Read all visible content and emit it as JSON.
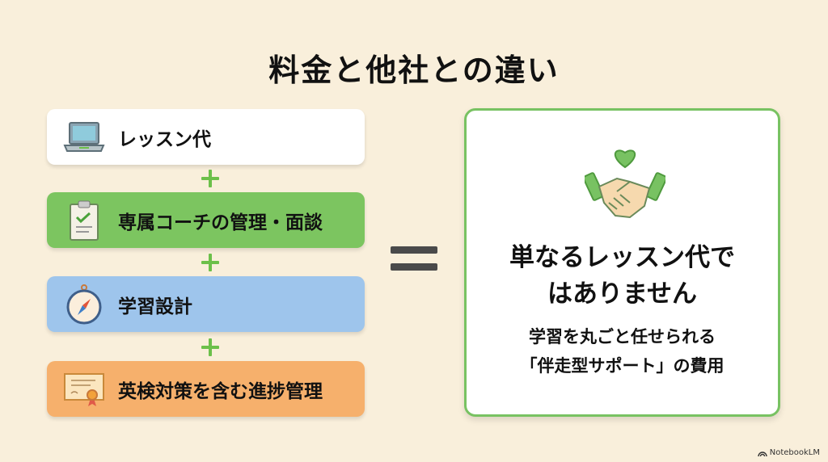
{
  "title": "料金と他社との違い",
  "items": [
    {
      "label": "レッスン代",
      "icon": "laptop-icon",
      "color": "#ffffff"
    },
    {
      "label": "専属コーチの管理・面談",
      "icon": "clipboard-check-icon",
      "color": "#7cc560"
    },
    {
      "label": "学習設計",
      "icon": "compass-icon",
      "color": "#9ec5ec"
    },
    {
      "label": "英検対策を含む進捗管理",
      "icon": "certificate-icon",
      "color": "#f6b06c"
    }
  ],
  "result": {
    "headline_1": "単なるレッスン代で",
    "headline_2": "はありません",
    "sub_1": "学習を丸ごと任せられる",
    "sub_2": "「伴走型サポート」の費用",
    "icon": "handshake-heart-icon"
  },
  "brand": "NotebookLM"
}
